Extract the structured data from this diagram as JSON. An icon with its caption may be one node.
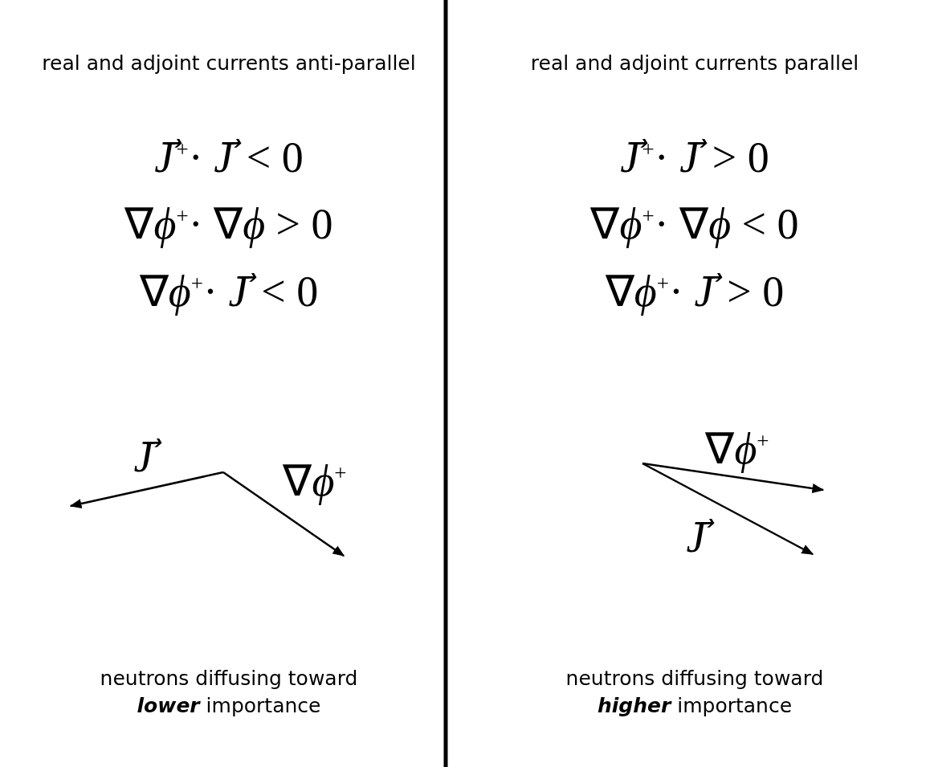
{
  "diagram": {
    "labels": [
      "real and adjoint currents anti-parallel",
      "*J⃗*$^{+}$· *J⃗* < 0",
      "∇*ϕ*$^{+}$· ∇*ϕ* > 0",
      "∇*ϕ*$^{+}$· *J⃗* < 0",
      "*J⃗*",
      "∇*ϕ*$^{+}$",
      "neutrons diffusing toward **lower** importance",
      "real and adjoint currents parallel",
      "*J⃗*$^{+}$· *J⃗* > 0",
      "∇*ϕ*$^{+}$· ∇*ϕ* < 0",
      "∇*ϕ*$^{+}$· *J⃗* > 0",
      "∇*ϕ*$^{+}$",
      "*J⃗*",
      "neutrons diffusing toward **higher** importance"
    ]
  }
}
